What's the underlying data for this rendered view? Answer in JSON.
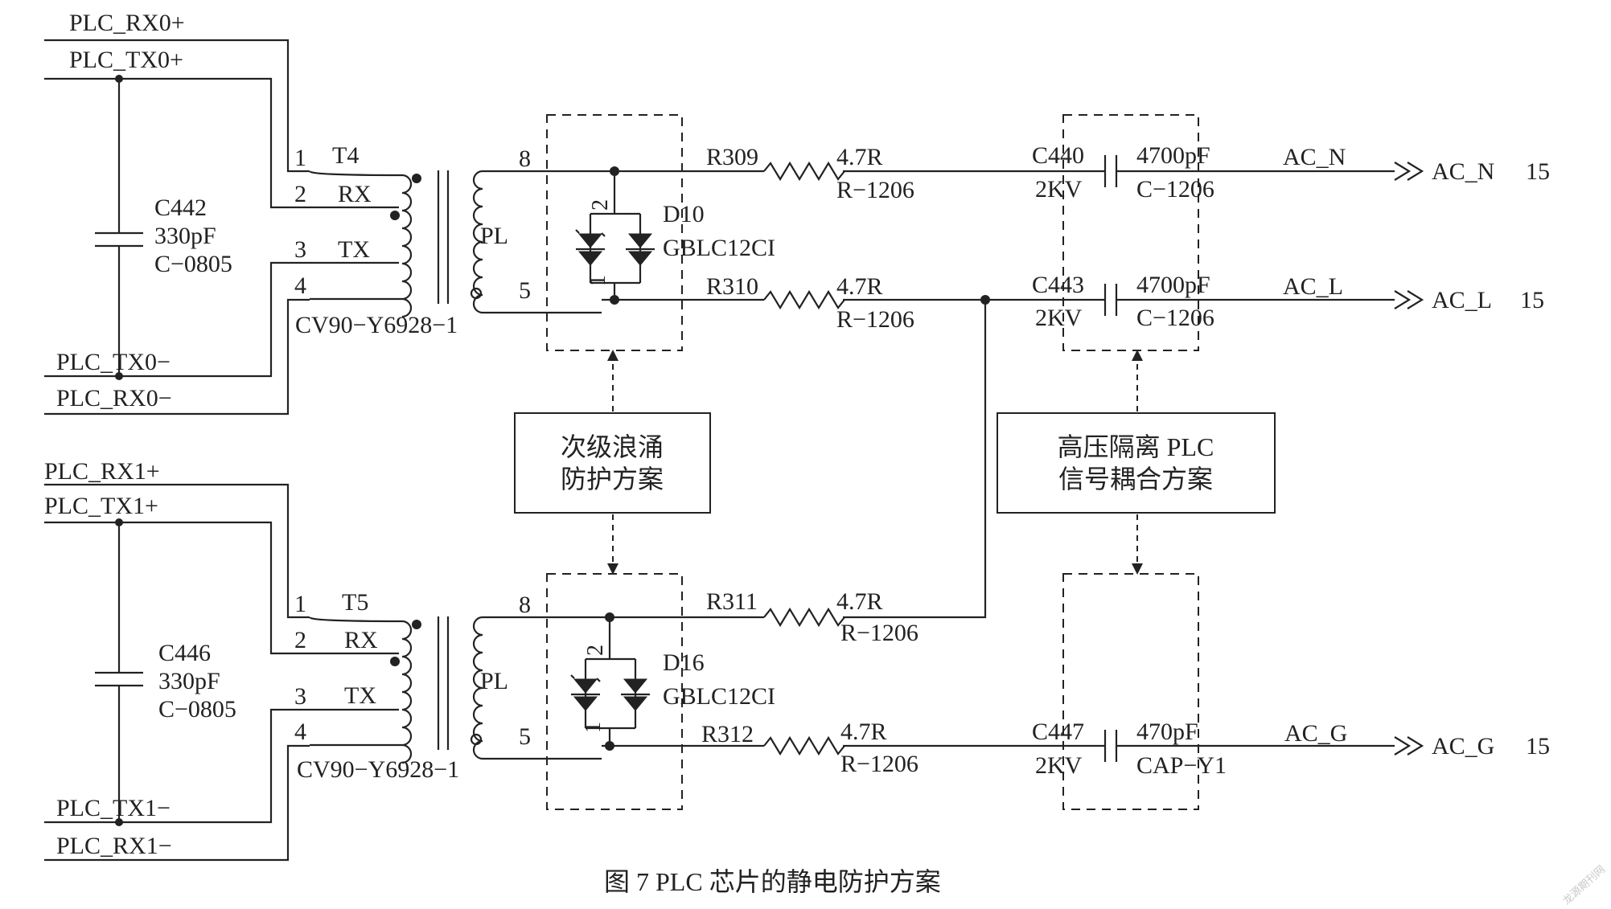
{
  "figure": {
    "caption": "图 7   PLC 芯片的静电防护方案",
    "watermark": "龙源期刊网"
  },
  "circuit1": {
    "net_rx_pos": "PLC_RX0+",
    "net_tx_pos": "PLC_TX0+",
    "net_tx_neg": "PLC_TX0−",
    "net_rx_neg": "PLC_RX0−",
    "cap_ref": "C442",
    "cap_value": "330pF",
    "cap_pkg": "C−0805",
    "transformer_ref": "T4",
    "transformer_part": "CV90−Y6928−1",
    "pin1": "1",
    "pin2": "2",
    "pin3": "3",
    "pin4": "4",
    "pin8": "8",
    "pin5": "5",
    "rx_label": "RX",
    "tx_label": "TX",
    "pl_label": "PL",
    "diode_ref": "D10",
    "diode_part": "GBLC12CI",
    "diode_pin2": "2",
    "diode_pin1": "1",
    "r_top_ref": "R309",
    "r_top_value": "4.7R",
    "r_top_pkg": "R−1206",
    "r_bot_ref": "R310",
    "r_bot_value": "4.7R",
    "r_bot_pkg": "R−1206",
    "c_top_ref": "C440",
    "c_top_volt": "2KV",
    "c_top_value": "4700pF",
    "c_top_pkg": "C−1206",
    "c_bot_ref": "C443",
    "c_bot_volt": "2KV",
    "c_bot_value": "4700pF",
    "c_bot_pkg": "C−1206",
    "net_out_top": "AC_N",
    "port_out_top": "AC_N",
    "page_out_top": "15",
    "net_out_bot": "AC_L",
    "port_out_bot": "AC_L",
    "page_out_bot": "15"
  },
  "circuit2": {
    "net_rx_pos": "PLC_RX1+",
    "net_tx_pos": "PLC_TX1+",
    "net_tx_neg": "PLC_TX1−",
    "net_rx_neg": "PLC_RX1−",
    "cap_ref": "C446",
    "cap_value": "330pF",
    "cap_pkg": "C−0805",
    "transformer_ref": "T5",
    "transformer_part": "CV90−Y6928−1",
    "pin1": "1",
    "pin2": "2",
    "pin3": "3",
    "pin4": "4",
    "pin8": "8",
    "pin5": "5",
    "rx_label": "RX",
    "tx_label": "TX",
    "pl_label": "PL",
    "diode_ref": "D16",
    "diode_part": "GBLC12CI",
    "diode_pin2": "2",
    "diode_pin1": "1",
    "r_top_ref": "R311",
    "r_top_value": "4.7R",
    "r_top_pkg": "R−1206",
    "r_bot_ref": "R312",
    "r_bot_value": "4.7R",
    "r_bot_pkg": "R−1206",
    "c_bot_ref": "C447",
    "c_bot_volt": "2KV",
    "c_bot_value": "470pF",
    "c_bot_pkg": "CAP−Y1",
    "net_out_bot": "AC_G",
    "port_out_bot": "AC_G",
    "page_out_bot": "15"
  },
  "callouts": {
    "surge_line1": "次级浪涌",
    "surge_line2": "防护方案",
    "coupling_line1": "高压隔离 PLC",
    "coupling_line2": "信号耦合方案"
  }
}
